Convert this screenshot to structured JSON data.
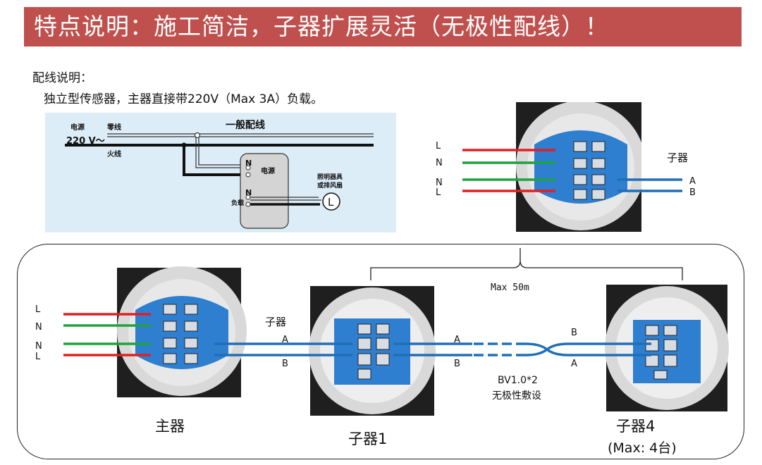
{
  "banner": {
    "title": "特点说明：施工简洁，子器扩展灵活（无极性配线）！"
  },
  "intro": {
    "heading": "配线说明：",
    "body": "独立型传感器，主器直接带220V（Max 3A）负载。"
  },
  "wiring": {
    "title": "一般配线",
    "source_label": "电源",
    "voltage": "220 V～",
    "neutral": "零线",
    "live": "火线",
    "power_label": "电源",
    "load_label": "负载",
    "n_top": "N",
    "n_bottom": "N",
    "lamp_symbol": "L",
    "lamp_caption_1": "照明器具",
    "lamp_caption_2": "或排风扇"
  },
  "top_unit": {
    "terminals": [
      "L",
      "N",
      "N",
      "L"
    ],
    "slave_label": "子器",
    "out_a": "A",
    "out_b": "B"
  },
  "main_unit": {
    "terminals": [
      "L",
      "N",
      "N",
      "L"
    ],
    "name": "主器"
  },
  "slave1": {
    "name": "子器1",
    "in_label": "子器",
    "a": "A",
    "b": "B"
  },
  "link": {
    "distance": "Max 50m",
    "a_left": "A",
    "b_left": "B",
    "b_right": "B",
    "a_right": "A",
    "cable": "BV1.0*2",
    "cable_note": "无极性敷设"
  },
  "slave4": {
    "name": "子器4",
    "max_note": "(Max: 4台)"
  },
  "colors": {
    "banner": "#c0504d",
    "live_wire": "#e02020",
    "neutral_wire": "#1ea33c",
    "signal_wire": "#1f6fb8",
    "terminal_block": "#2f7fd0"
  }
}
